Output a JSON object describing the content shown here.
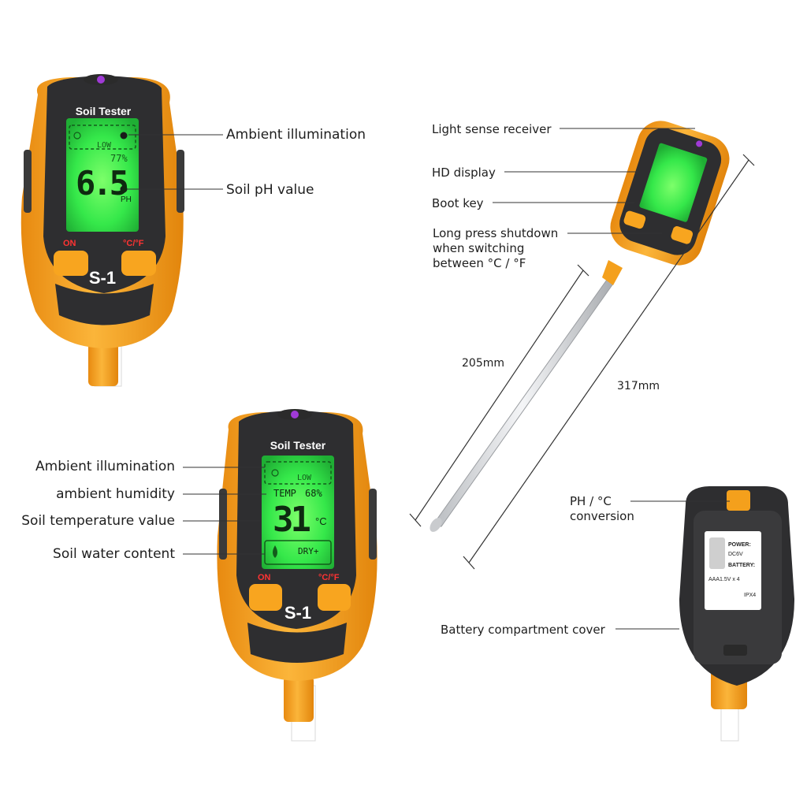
{
  "device": {
    "brand_label": "Soil Tester",
    "model": "S-1",
    "on_key": "ON",
    "unit_key": "°C/°F"
  },
  "display_ph": {
    "light_level": "LOW",
    "humidity": "77%",
    "ph_value": "6.5",
    "ph_unit": "PH"
  },
  "display_temp": {
    "light_level": "LOW",
    "temp_label": "TEMP",
    "humidity": "68%",
    "temp_value": "31",
    "temp_unit": "°C",
    "water_level": "DRY+"
  },
  "callouts_top_left": {
    "ambient_illumination": "Ambient illumination",
    "soil_ph": "Soil pH value"
  },
  "callouts_bottom_left": {
    "ambient_illumination": "Ambient illumination",
    "ambient_humidity": "ambient humidity",
    "soil_temperature": "Soil temperature value",
    "soil_water": "Soil water content"
  },
  "callouts_side": {
    "light_sense": "Light sense receiver",
    "hd_display": "HD display",
    "boot_key": "Boot key",
    "long_press": "Long press shutdown\nwhen switching\nbetween °C / °F"
  },
  "dimensions": {
    "probe_length": "205mm",
    "total_length": "317mm"
  },
  "back_view": {
    "ph_conversion": "PH / °C\nconversion",
    "battery_cover": "Battery compartment cover",
    "sticker_power_title": "POWER:",
    "sticker_power_value": "DC6V",
    "sticker_battery_title": "BATTERY:",
    "sticker_battery_value": "AAA1.5V x 4",
    "sticker_ip": "IPX4"
  },
  "colors": {
    "body_orange": "#f7a21b",
    "shell_dark": "#2e2e30",
    "lcd_green": "#2fe84d",
    "accent_purple": "#a03ad6"
  }
}
